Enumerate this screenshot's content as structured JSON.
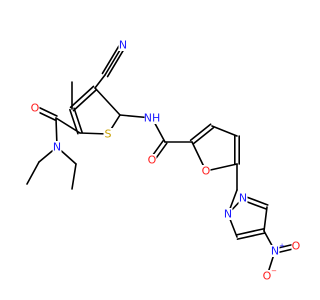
{
  "colors": {
    "bond": "#000000",
    "N": "#1a1aff",
    "O": "#ff2020",
    "S": "#c8a000",
    "C": "#000000"
  },
  "labels": {
    "n_cyano": "N",
    "s_thio": "S",
    "o_amide_top": "O",
    "n_diethyl": "N",
    "nh_amide": "NH",
    "o_amide_mid": "O",
    "o_furan": "O",
    "n_pyrazole_1": "N",
    "n_pyrazole_2": "N",
    "n_nitro": "N",
    "o_nitro_top": "O",
    "o_nitro_bottom": "O"
  },
  "charges": {
    "n_nitro": "+",
    "o_nitro_bottom": "−"
  }
}
